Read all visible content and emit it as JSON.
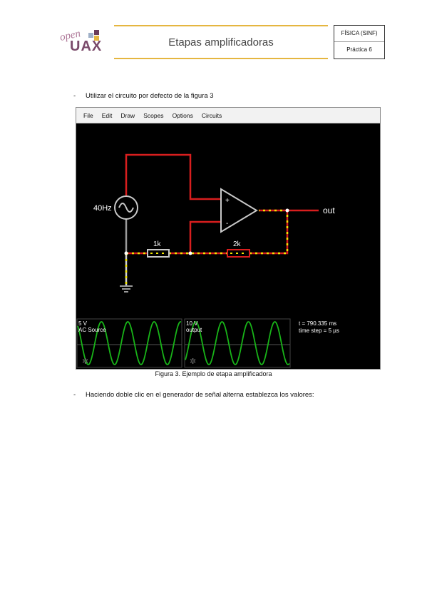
{
  "header": {
    "logo_open": "open",
    "logo_uax": "UAX",
    "title": "Etapas amplificadoras",
    "subject": "FÍSICA (SINF)",
    "practice": "Práctica 6"
  },
  "body": {
    "bullet1": "Utilizar el circuito por defecto de la figura 3",
    "bullet2": "Haciendo doble clic en el generador de señal alterna establezca los valores:",
    "dash": "-",
    "caption": "Figura 3. Ejemplo de etapa amplificadora"
  },
  "app": {
    "menu": [
      "File",
      "Edit",
      "Draw",
      "Scopes",
      "Options",
      "Circuits"
    ],
    "source_label": "40Hz",
    "r1_label": "1k",
    "r2_label": "2k",
    "plus": "+",
    "minus": "-",
    "out_label": "out",
    "scope1_value": "5 V",
    "scope1_name": "AC Source",
    "scope2_value": "10 V",
    "scope2_name": "output",
    "time_text": "t = 790.335 ms",
    "timestep_text": "time step = 5 µs"
  },
  "colors": {
    "wire_red": "#d81e1e",
    "wire_gray": "#9a9a9a",
    "wave": "#18b418",
    "accent": "#e5b640"
  }
}
